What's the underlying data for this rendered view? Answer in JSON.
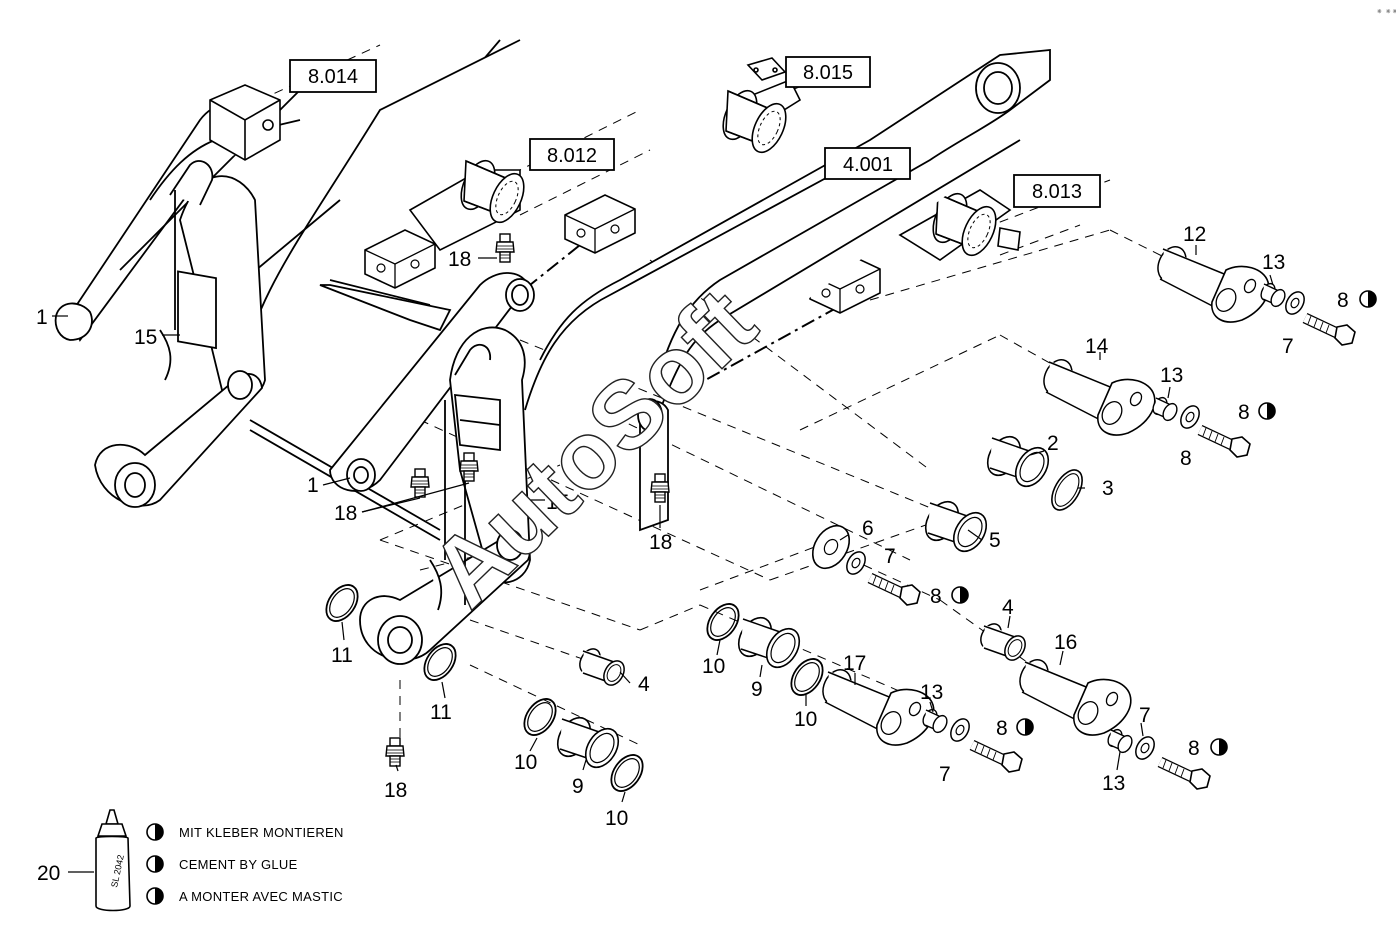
{
  "diagram": {
    "watermark": "AutoSoft",
    "corner_mark": "⁕ ⁕⁕⁕",
    "reference_boxes": [
      {
        "id": "ref-8014",
        "label": "8.014"
      },
      {
        "id": "ref-8015",
        "label": "8.015"
      },
      {
        "id": "ref-8012",
        "label": "8.012"
      },
      {
        "id": "ref-4001",
        "label": "4.001"
      },
      {
        "id": "ref-8013",
        "label": "8.013"
      }
    ],
    "callouts": [
      {
        "id": "c-1a",
        "label": "1"
      },
      {
        "id": "c-15a",
        "label": "15"
      },
      {
        "id": "c-1b",
        "label": "1"
      },
      {
        "id": "c-18a",
        "label": "18"
      },
      {
        "id": "c-18b",
        "label": "18"
      },
      {
        "id": "c-15b",
        "label": "15"
      },
      {
        "id": "c-18c",
        "label": "18"
      },
      {
        "id": "c-12",
        "label": "12"
      },
      {
        "id": "c-13a",
        "label": "13"
      },
      {
        "id": "c-8a",
        "label": "8"
      },
      {
        "id": "c-7a",
        "label": "7"
      },
      {
        "id": "c-14",
        "label": "14"
      },
      {
        "id": "c-13b",
        "label": "13"
      },
      {
        "id": "c-8b",
        "label": "8"
      },
      {
        "id": "c-8c",
        "label": "8"
      },
      {
        "id": "c-2",
        "label": "2"
      },
      {
        "id": "c-3",
        "label": "3"
      },
      {
        "id": "c-5",
        "label": "5"
      },
      {
        "id": "c-6",
        "label": "6"
      },
      {
        "id": "c-7b",
        "label": "7"
      },
      {
        "id": "c-8d",
        "label": "8"
      },
      {
        "id": "c-4a",
        "label": "4"
      },
      {
        "id": "c-16",
        "label": "16"
      },
      {
        "id": "c-11a",
        "label": "11"
      },
      {
        "id": "c-11b",
        "label": "11"
      },
      {
        "id": "c-4b",
        "label": "4"
      },
      {
        "id": "c-10a",
        "label": "10"
      },
      {
        "id": "c-9a",
        "label": "9"
      },
      {
        "id": "c-10b",
        "label": "10"
      },
      {
        "id": "c-17",
        "label": "17"
      },
      {
        "id": "c-13c",
        "label": "13"
      },
      {
        "id": "c-8e",
        "label": "8"
      },
      {
        "id": "c-7c",
        "label": "7"
      },
      {
        "id": "c-7d",
        "label": "7"
      },
      {
        "id": "c-8f",
        "label": "8"
      },
      {
        "id": "c-13d",
        "label": "13"
      },
      {
        "id": "c-10c",
        "label": "10"
      },
      {
        "id": "c-9b",
        "label": "9"
      },
      {
        "id": "c-10d",
        "label": "10"
      },
      {
        "id": "c-18d",
        "label": "18"
      },
      {
        "id": "c-20",
        "label": "20"
      }
    ],
    "glue_tube_text": "SL 2042",
    "legend": [
      {
        "id": "legend-de",
        "text": "MIT KLEBER MONTIEREN"
      },
      {
        "id": "legend-en",
        "text": "CEMENT BY GLUE"
      },
      {
        "id": "legend-fr",
        "text": "A MONTER AVEC MASTIC"
      }
    ]
  }
}
